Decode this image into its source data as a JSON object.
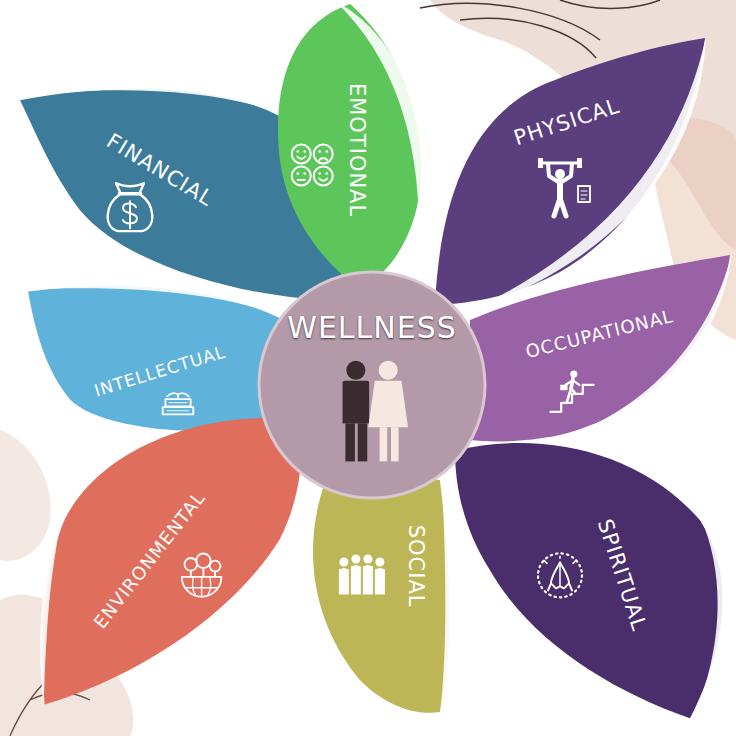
{
  "diagram": {
    "nodes": [
      {
        "text": [
          "FINANCIAL"
        ]
      },
      {
        "text": [
          "EMOTIONAL"
        ]
      },
      {
        "text": [
          "PHYSICAL"
        ]
      },
      {
        "text": [
          "INTELLECTUAL"
        ]
      },
      {
        "text": [
          "WELLNESS"
        ]
      },
      {
        "text": [
          "OCCUPATIONAL"
        ]
      },
      {
        "text": [
          "ENVIRONMENTAL"
        ]
      },
      {
        "text": [
          "SOCIAL"
        ]
      },
      {
        "text": [
          "SPIRITUAL"
        ]
      }
    ]
  }
}
